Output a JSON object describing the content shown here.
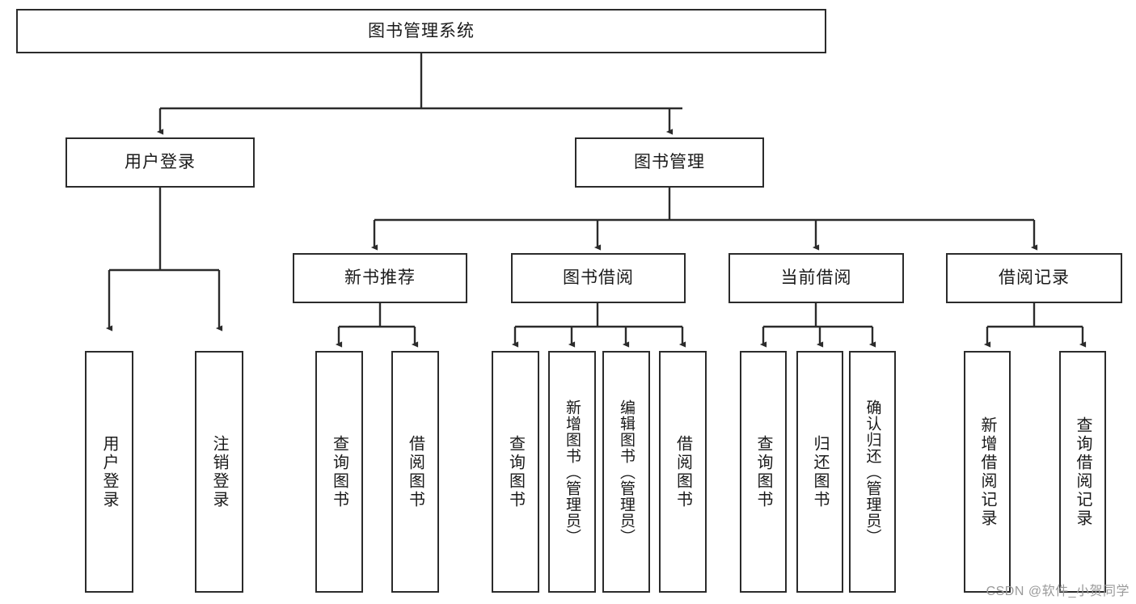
{
  "diagram": {
    "title": "图书管理系统",
    "watermark": "CSDN @软件_小贺同学",
    "colors": {
      "line": "#2b2b2b",
      "box_border": "#2b2b2b",
      "box_fill": "#ffffff",
      "text": "#1a1a1a",
      "watermark": "#9a9a9a"
    },
    "root": {
      "label": "图书管理系统"
    },
    "level2": [
      {
        "label": "用户登录"
      },
      {
        "label": "图书管理"
      }
    ],
    "level3": [
      {
        "label": "新书推荐"
      },
      {
        "label": "图书借阅"
      },
      {
        "label": "当前借阅"
      },
      {
        "label": "借阅记录"
      }
    ],
    "leaves": {
      "user_login": [
        {
          "label": "用户登录"
        },
        {
          "label": "注销登录"
        }
      ],
      "new_book_recommend": [
        {
          "label": "查询图书"
        },
        {
          "label": "借阅图书"
        }
      ],
      "book_borrow": [
        {
          "label": "查询图书"
        },
        {
          "label": "新增图书（管理员）"
        },
        {
          "label": "编辑图书（管理员）"
        },
        {
          "label": "借阅图书"
        }
      ],
      "current_borrow": [
        {
          "label": "查询图书"
        },
        {
          "label": "归还图书"
        },
        {
          "label": "确认归还（管理员）"
        }
      ],
      "borrow_records": [
        {
          "label": "新增借阅记录"
        },
        {
          "label": "查询借阅记录"
        }
      ]
    }
  }
}
